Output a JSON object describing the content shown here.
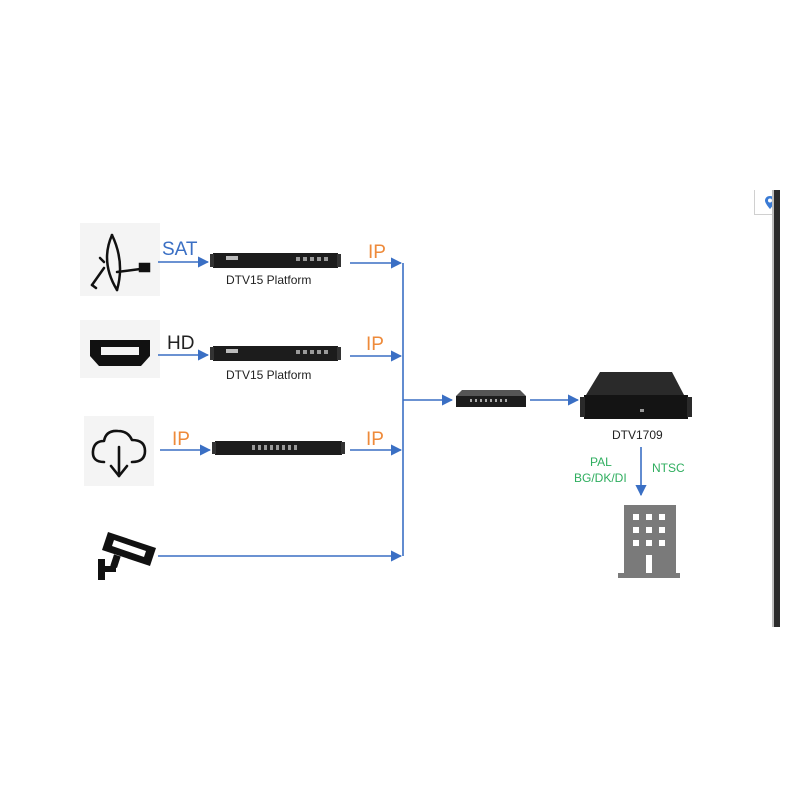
{
  "labels": {
    "sat": "SAT",
    "hd": "HD",
    "ip_input": "IP",
    "ip_out_1": "IP",
    "ip_out_2": "IP",
    "ip_out_3": "IP",
    "platform_1": "DTV15 Platform",
    "platform_2": "DTV15 Platform",
    "dtv1709": "DTV1709",
    "pal": "PAL",
    "standards": "BG/DK/DI",
    "ntsc": "NTSC"
  },
  "colors": {
    "line": "#3a6fc4",
    "orange": "#ee8a3a",
    "green": "#2fae5f",
    "device": "#1c1c1c",
    "building": "#7a7a7a"
  },
  "icons": [
    "satellite-dish-icon",
    "hdmi-port-icon",
    "cloud-upload-icon",
    "security-camera-icon",
    "network-switch-icon",
    "building-icon",
    "map-pin-icon"
  ]
}
